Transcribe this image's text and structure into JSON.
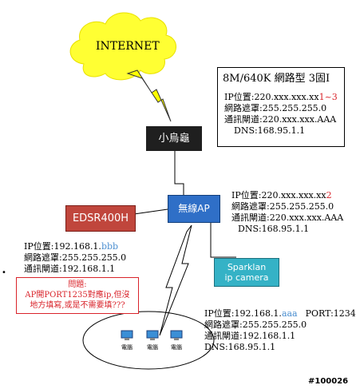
{
  "cloud": {
    "label": "INTERNET"
  },
  "modem": {
    "label": "小烏龜"
  },
  "ap": {
    "label": "無線AP",
    "info": {
      "ip_prefix": "IP位置:220.xxx.xxx.xx",
      "ip_suffix": "2",
      "mask": "網路遮罩:255.255.255.0",
      "gateway": "通訊閘道:220.xxx.xxx.AAA",
      "dns": "DNS:168.95.1.1"
    }
  },
  "isp_box": {
    "title": "8M/640K 網路型 3固I",
    "ip_prefix": "IP位置:220.xxx.xxx.xx",
    "ip_suffix": "1~3",
    "mask": "網路遮罩:255.255.255.0",
    "gateway": "通訊閘道:220.xxx.xxx.AAA",
    "dns": "DNS:168.95.1.1"
  },
  "edsr": {
    "label": "EDSR400H",
    "ip_prefix": "IP位置:192.168.1.",
    "ip_suffix": "bbb",
    "mask": "網路遮罩:255.255.255.0",
    "gateway": "通訊閘道:192.168.1.1"
  },
  "question": {
    "title": "問題:",
    "line1": "AP開PORT1235對應ip,但沒",
    "line2": "地方填寫,或是不需要填???"
  },
  "camera": {
    "label_line1": "Sparklan",
    "label_line2": "ip camera",
    "ip_prefix": "IP位置:192.168.1.",
    "ip_suffix": "aaa",
    "port": "PORT:1234",
    "mask": "網路遮罩:255.255.255.0",
    "gateway": "通訊閘道:192.168.1.1",
    "dns": "DNS:168.95.1.1"
  },
  "computers": [
    {
      "label": "電腦"
    },
    {
      "label": "電腦"
    },
    {
      "label": "電腦"
    }
  ],
  "watermark": "#100026",
  "colors": {
    "cloud_fill": "#ffff33",
    "bolt": "#ffff00",
    "ap_blue": "#2f6fc7",
    "edsr_red": "#c0463c",
    "camera_cyan": "#35b2c6",
    "highlight_red": "#d9232a",
    "highlight_blue": "#4a8ed0"
  }
}
